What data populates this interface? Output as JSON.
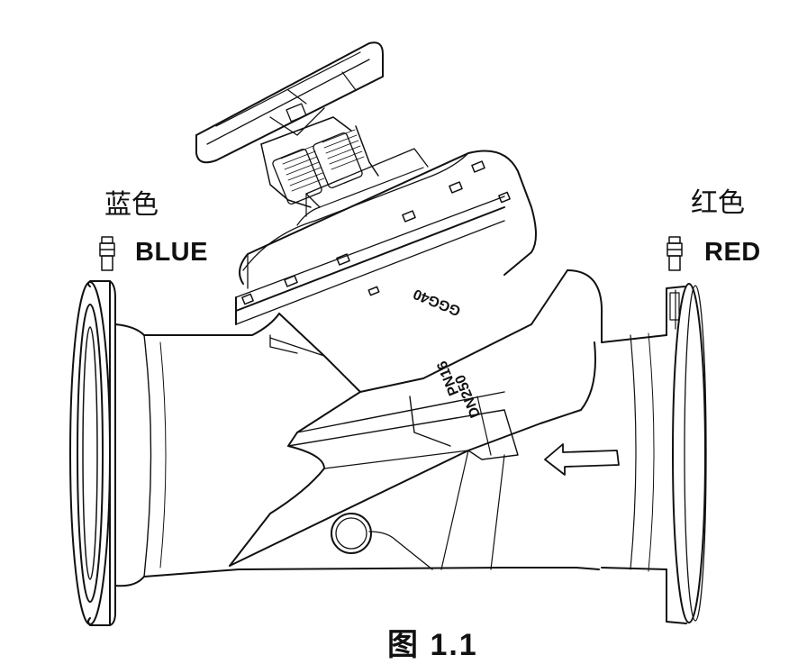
{
  "labels": {
    "left_cn": "蓝色",
    "left_en": "BLUE",
    "right_cn": "红色",
    "right_en": "RED"
  },
  "engravings": {
    "material": "GGG40",
    "pressure": "PN16",
    "size": "DN250"
  },
  "caption": "图 1.1",
  "icons": {
    "test_point": "test-point-nipple-icon",
    "flow_arrow": "flow-direction-arrow-icon"
  },
  "colors": {
    "line": "#111111",
    "background": "#ffffff"
  }
}
